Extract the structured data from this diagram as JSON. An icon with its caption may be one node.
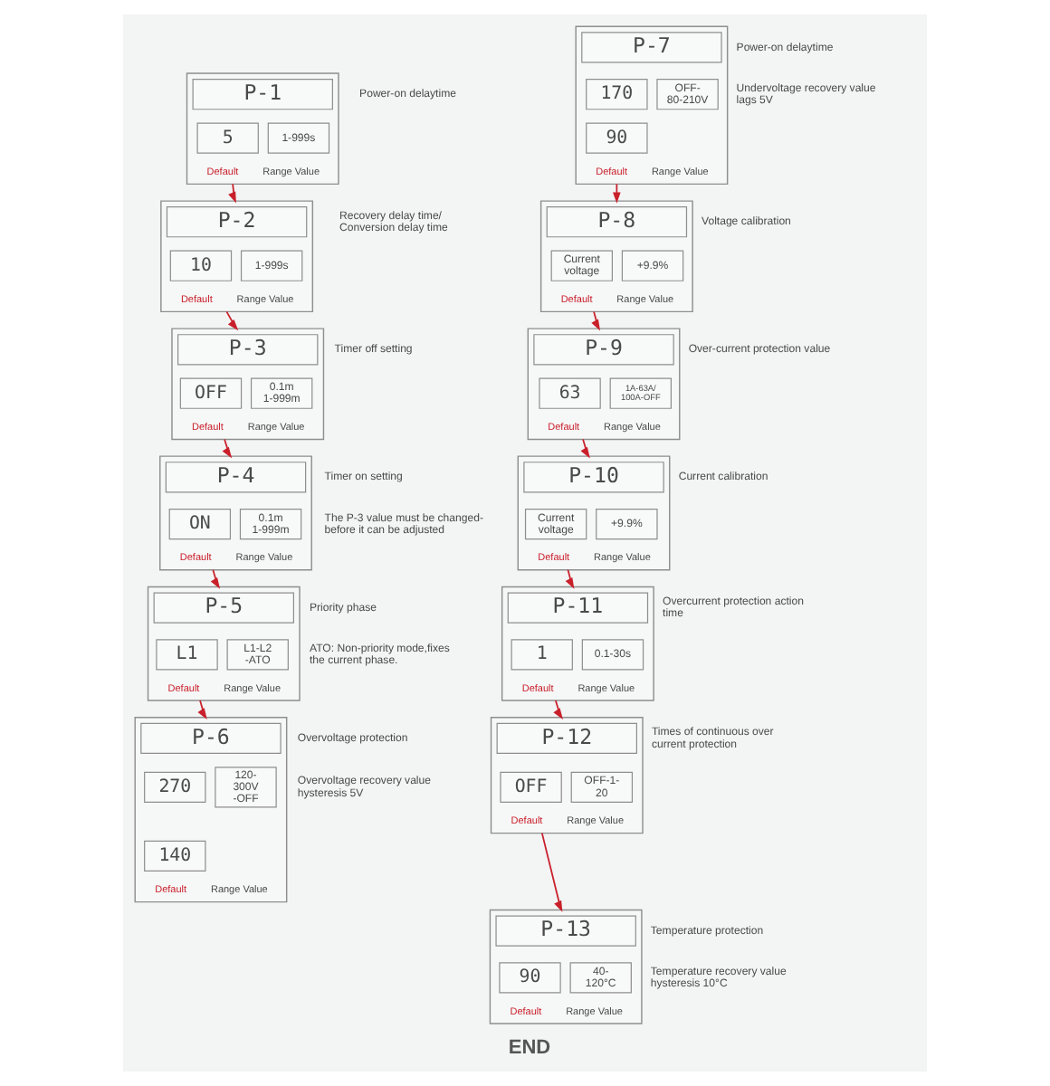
{
  "diagram": {
    "nodes": [
      {
        "text": [
          "Default",
          "Range Value"
        ],
        "beside": [
          "Power-on delaytime"
        ]
      },
      {
        "text": [
          "P-1"
        ],
        "in": 0
      },
      {
        "text": [
          "5"
        ],
        "in": 0
      },
      {
        "text": [
          "1-999s"
        ],
        "in": 0
      },
      {
        "text": [
          "Default",
          "Range Value"
        ],
        "beside": [
          "Recovery delay time/ Conversion delay time"
        ]
      },
      {
        "text": [
          "P-2"
        ],
        "in": 4
      },
      {
        "text": [
          "10"
        ],
        "in": 4
      },
      {
        "text": [
          "1-999s"
        ],
        "in": 4
      },
      {
        "text": [
          "Default",
          "Range Value"
        ],
        "beside": [
          "Timer off setting"
        ]
      },
      {
        "text": [
          "P-3"
        ],
        "in": 8
      },
      {
        "text": [
          "OFF"
        ],
        "in": 8
      },
      {
        "text": [
          "0.1m 1-999m"
        ],
        "in": 8
      },
      {
        "text": [
          "Default",
          "Range Value"
        ],
        "beside": [
          "Timer on setting",
          "The P-3 value must be changed- before it can be adjusted"
        ]
      },
      {
        "text": [
          "P-4"
        ],
        "in": 12
      },
      {
        "text": [
          "ON"
        ],
        "in": 12
      },
      {
        "text": [
          "0.1m 1-999m"
        ],
        "in": 12
      },
      {
        "text": [
          "Default",
          "Range Value"
        ],
        "beside": [
          "Priority phase",
          "ATO: Non-priority mode,fixes the current phase."
        ]
      },
      {
        "text": [
          "P-5"
        ],
        "in": 16
      },
      {
        "text": [
          "L1"
        ],
        "in": 16
      },
      {
        "text": [
          "L1-L2 -ATO"
        ],
        "in": 16
      },
      {
        "text": [
          "Default",
          "Range Value"
        ],
        "beside": [
          "Overvoltage protection",
          "Overvoltage recovery value hysteresis 5V"
        ]
      },
      {
        "text": [
          "P-6"
        ],
        "in": 20
      },
      {
        "text": [
          "270"
        ],
        "in": 20
      },
      {
        "text": [
          "140"
        ],
        "in": 20
      },
      {
        "text": [
          "120- 300V -OFF"
        ],
        "in": 20
      },
      {
        "text": [
          "Default",
          "Range Value"
        ],
        "beside": [
          "Power-on delaytime",
          "Undervoltage recovery value lags 5V"
        ]
      },
      {
        "text": [
          "P-7"
        ],
        "in": 25
      },
      {
        "text": [
          "170"
        ],
        "in": 25
      },
      {
        "text": [
          "90"
        ],
        "in": 25
      },
      {
        "text": [
          "OFF- 80-210V"
        ],
        "in": 25
      },
      {
        "text": [
          "Default",
          "Range Value"
        ],
        "beside": [
          "Voltage calibration"
        ]
      },
      {
        "text": [
          "P-8"
        ],
        "in": 30
      },
      {
        "text": [
          "Current voltage"
        ],
        "in": 30
      },
      {
        "text": [
          "+9.9%"
        ],
        "in": 30
      },
      {
        "text": [
          "Default",
          "Range Value"
        ],
        "beside": [
          "Over-current protection value"
        ]
      },
      {
        "text": [
          "P-9"
        ],
        "in": 34
      },
      {
        "text": [
          "63"
        ],
        "in": 34
      },
      {
        "text": [
          "1A-63A/ 100A-OFF"
        ],
        "in": 34
      },
      {
        "text": [
          "Default",
          "Range Value"
        ],
        "beside": [
          "Current calibration"
        ]
      },
      {
        "text": [
          "P-10"
        ],
        "in": 38
      },
      {
        "text": [
          "Current voltage"
        ],
        "in": 38
      },
      {
        "text": [
          "+9.9%"
        ],
        "in": 38
      },
      {
        "text": [
          "Default",
          "Range Value"
        ],
        "beside": [
          "Overcurrent protection action time"
        ]
      },
      {
        "text": [
          "P-11"
        ],
        "in": 42
      },
      {
        "text": [
          "1"
        ],
        "in": 42
      },
      {
        "text": [
          "0.1-30s"
        ],
        "in": 42
      },
      {
        "text": [
          "Default",
          "Range Value"
        ],
        "beside": [
          "Times of continuous over current protection"
        ]
      },
      {
        "text": [
          "P-12"
        ],
        "in": 46
      },
      {
        "text": [
          "OFF"
        ],
        "in": 46
      },
      {
        "text": [
          "OFF-1- 20"
        ],
        "in": 46
      },
      {
        "text": [
          "Default",
          "Range Value"
        ],
        "beside": [
          "Temperature protection",
          "Temperature recovery value hysteresis 10°C"
        ]
      },
      {
        "text": [
          "P-13"
        ],
        "in": 50
      },
      {
        "text": [
          "90"
        ],
        "in": 50
      },
      {
        "text": [
          "40- 120°C"
        ],
        "in": 50
      }
    ],
    "edges": [
      {
        "from": 0,
        "to": 4,
        "arrow": "to"
      },
      {
        "from": 4,
        "to": 8,
        "arrow": "to"
      },
      {
        "from": 8,
        "to": 12,
        "arrow": "to"
      },
      {
        "from": 12,
        "to": 16,
        "arrow": "to"
      },
      {
        "from": 16,
        "to": 20,
        "arrow": "to"
      },
      {
        "from": 25,
        "to": 30,
        "arrow": "to"
      },
      {
        "from": 30,
        "to": 34,
        "arrow": "to"
      },
      {
        "from": 34,
        "to": 38,
        "arrow": "to"
      },
      {
        "from": 38,
        "to": 42,
        "arrow": "to"
      },
      {
        "from": 42,
        "to": 46,
        "arrow": "to"
      },
      {
        "from": 46,
        "to": 50,
        "arrow": "to"
      }
    ],
    "labels": [
      "END"
    ]
  }
}
